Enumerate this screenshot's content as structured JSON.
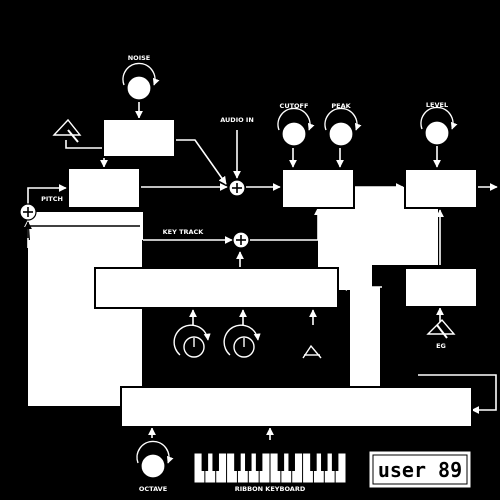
{
  "labels": {
    "noise": "NOISE",
    "audio_in": "AUDIO IN",
    "cutoff": "CUTOFF",
    "peak": "PEAK",
    "level": "LEVEL",
    "pitch": "PITCH",
    "key_track": "KEY TRACK",
    "eg": "EG",
    "octave": "OCTAVE",
    "ribbon_keyboard": "RIBBON KEYBOARD"
  },
  "badge": {
    "text": "user 89"
  },
  "icons": {
    "knob": "rotary-knob-icon",
    "switch": "lever-switch-icon",
    "summing": "plus-circle-icon",
    "keyboard": "piano-keyboard-icon"
  },
  "colors": {
    "background": "#000000",
    "foreground": "#ffffff"
  }
}
